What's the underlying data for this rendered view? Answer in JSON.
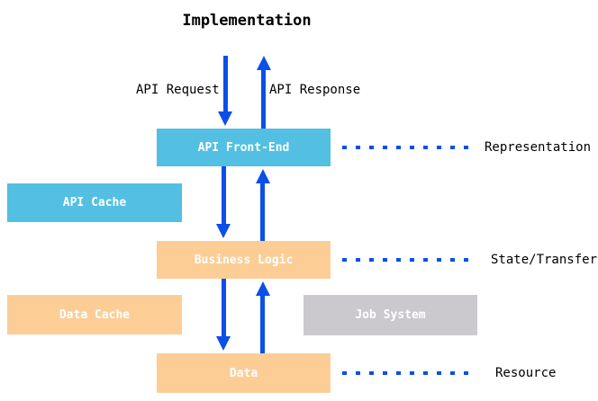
{
  "title": "Implementation",
  "flow_labels": {
    "request": "API Request",
    "response": "API Response"
  },
  "boxes": {
    "api_front_end": {
      "label": "API Front-End",
      "color": "#53BFE3"
    },
    "api_cache": {
      "label": "API Cache",
      "color": "#53BFE3"
    },
    "business_logic": {
      "label": "Business Logic",
      "color": "#FCCE96"
    },
    "data_cache": {
      "label": "Data Cache",
      "color": "#FCCE96"
    },
    "job_system": {
      "label": "Job System",
      "color": "#CBC8CE"
    },
    "data": {
      "label": "Data",
      "color": "#FCCE96"
    }
  },
  "annotations": {
    "representation": "Representation",
    "state_transfer": "State/Transfer",
    "resource": "Resource"
  },
  "colors": {
    "arrow": "#0B50E6",
    "box_text": "#FFFFFF",
    "label_text": "#000000",
    "background": "#FFFFFF"
  }
}
